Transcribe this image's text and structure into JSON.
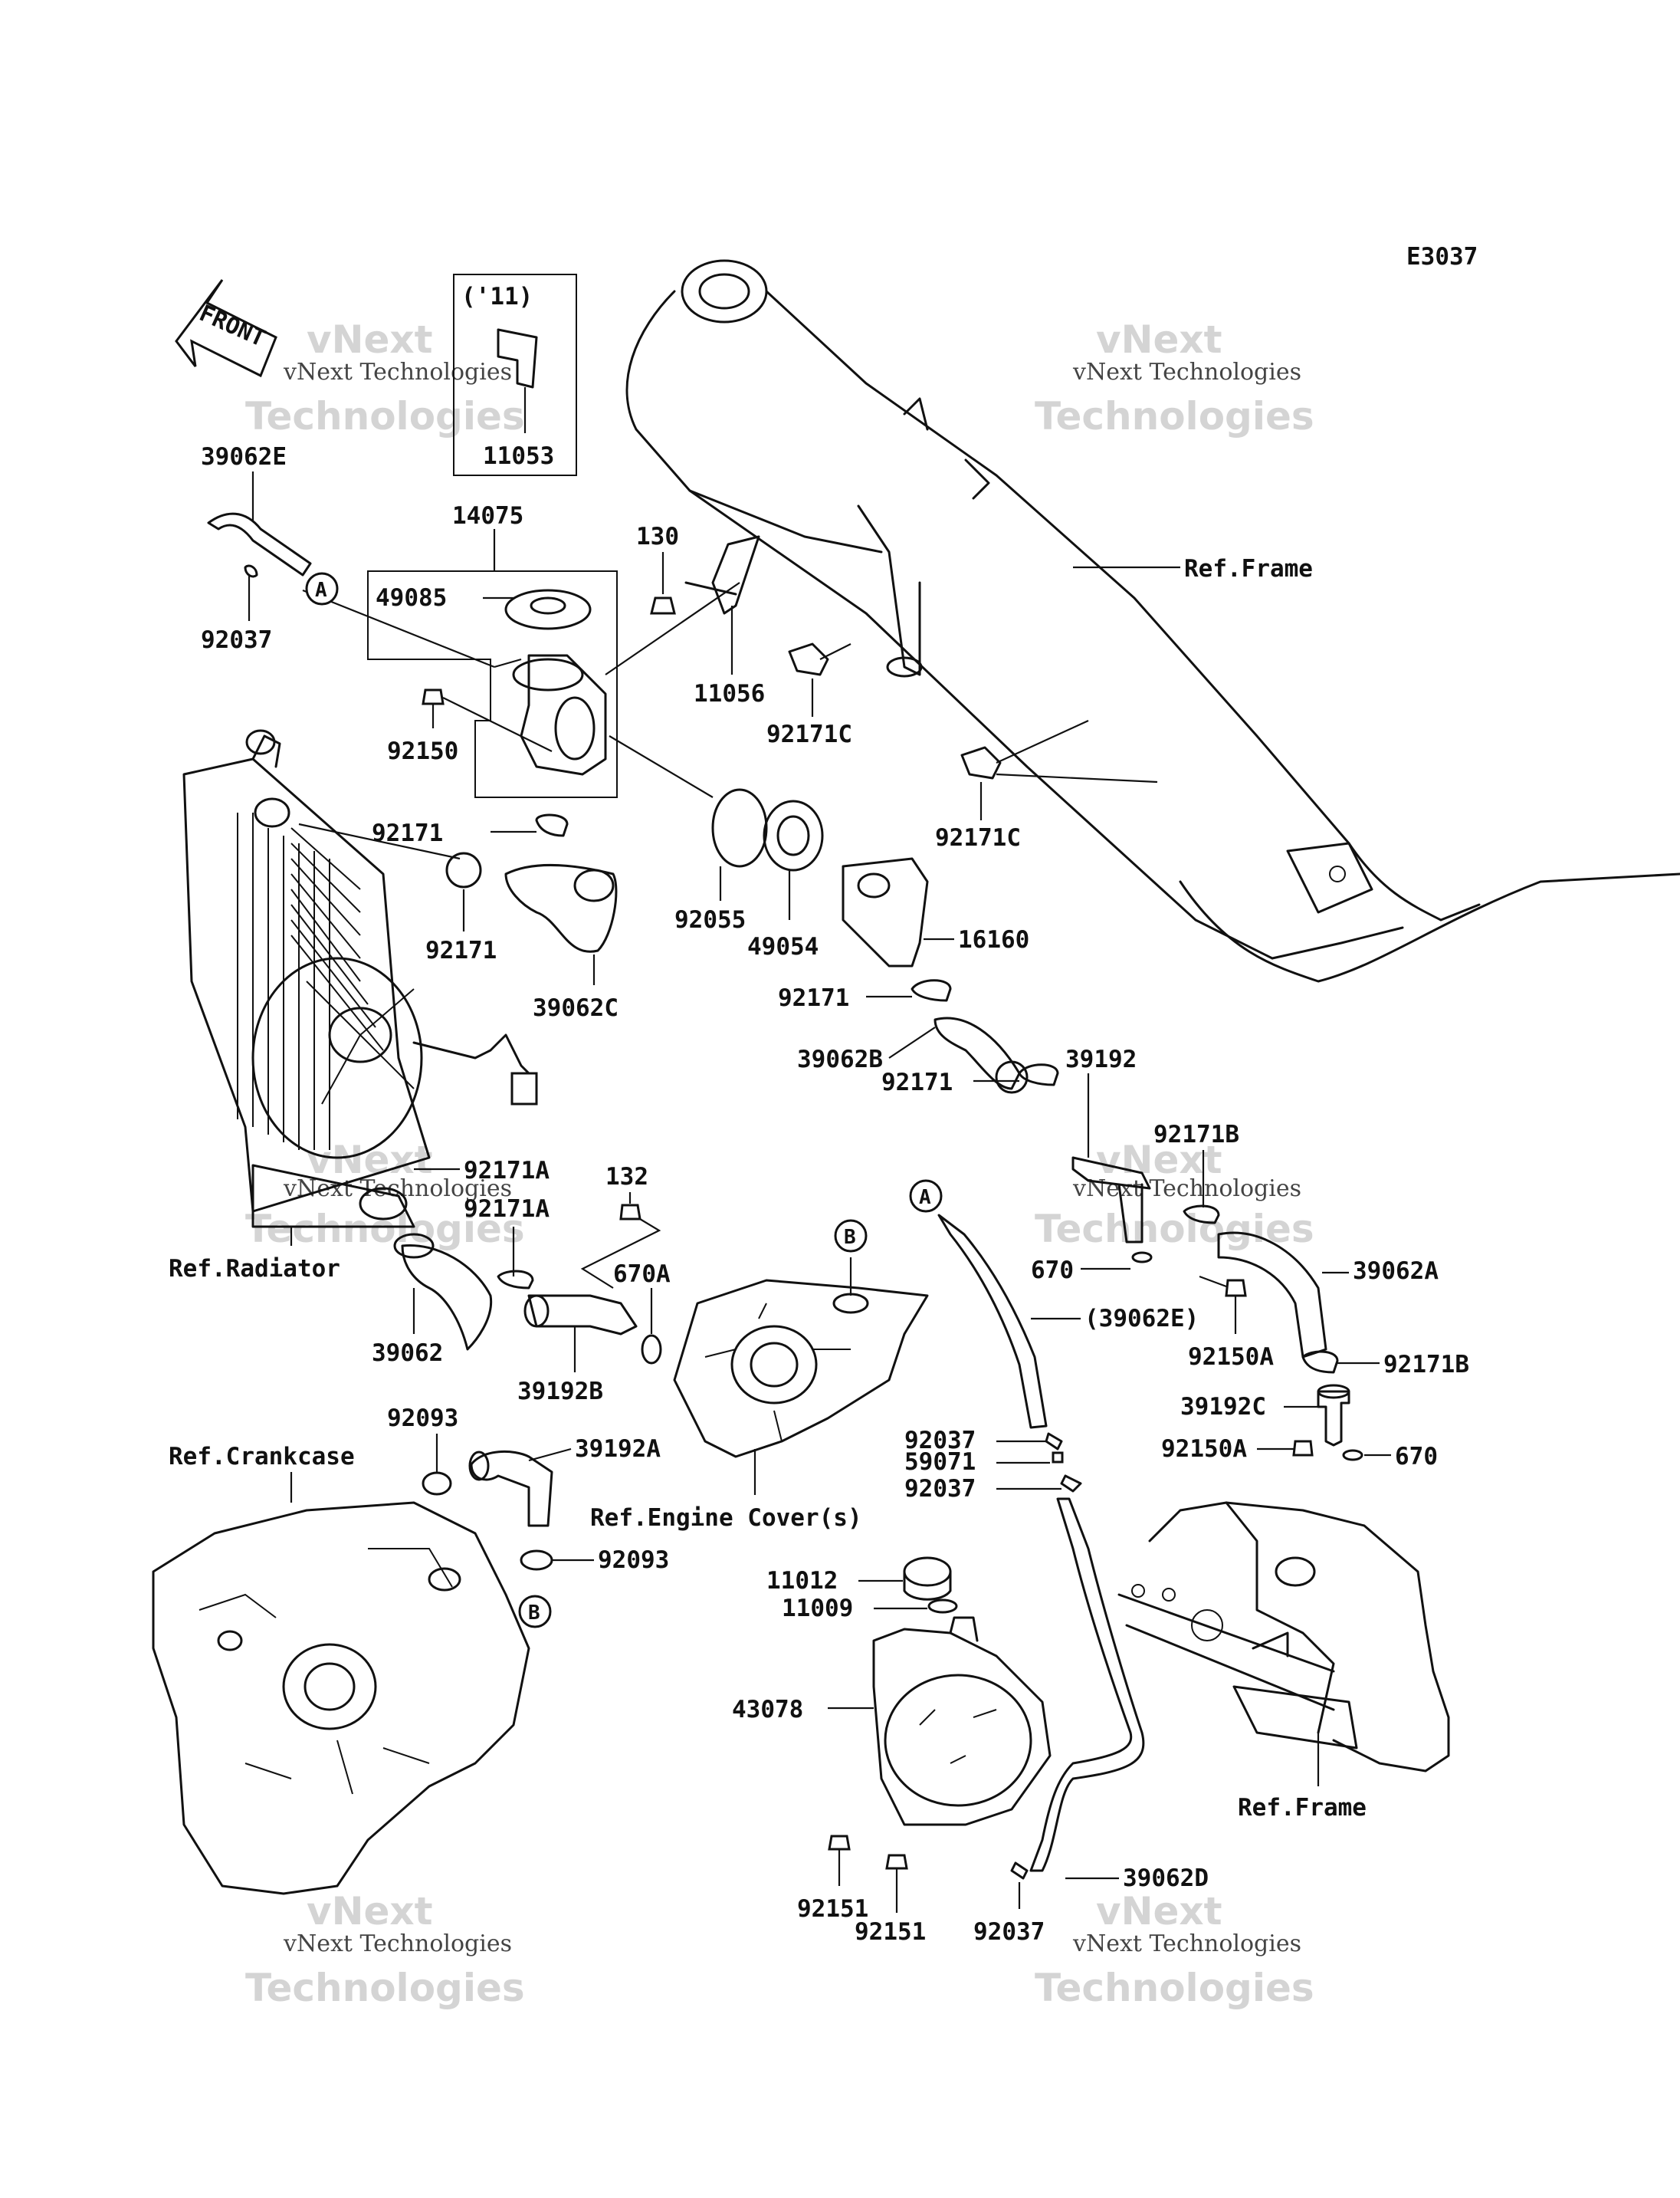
{
  "diagram_code": "E3037",
  "front_arrow": "FRONT",
  "watermark": {
    "brand_top": "vNext",
    "brand_sub": "Technologies",
    "caption": "vNext Technologies"
  },
  "labels": [
    "('11)",
    "11053",
    "14075",
    "49085",
    "39062E",
    "92037",
    "130",
    "11056",
    "92171C",
    "92171C",
    "92150",
    "92171",
    "92171",
    "92055",
    "49054",
    "16160",
    "39062C",
    "92171",
    "39062B",
    "39192",
    "92171",
    "92171B",
    "92171A",
    "92171A",
    "132",
    "670A",
    "39062",
    "39192B",
    "670",
    "(39062E)",
    "39062A",
    "92150A",
    "92171B",
    "39192C",
    "92150A",
    "670",
    "92093",
    "39192A",
    "92093",
    "92037",
    "59071",
    "92037",
    "11012",
    "11009",
    "43078",
    "92151",
    "92151",
    "92037",
    "39062D"
  ],
  "references": [
    "Ref.Frame",
    "Ref.Radiator",
    "Ref.Crankcase",
    "Ref.Engine Cover(s)",
    "Ref.Frame"
  ],
  "callouts": [
    "A",
    "A",
    "B",
    "B"
  ]
}
